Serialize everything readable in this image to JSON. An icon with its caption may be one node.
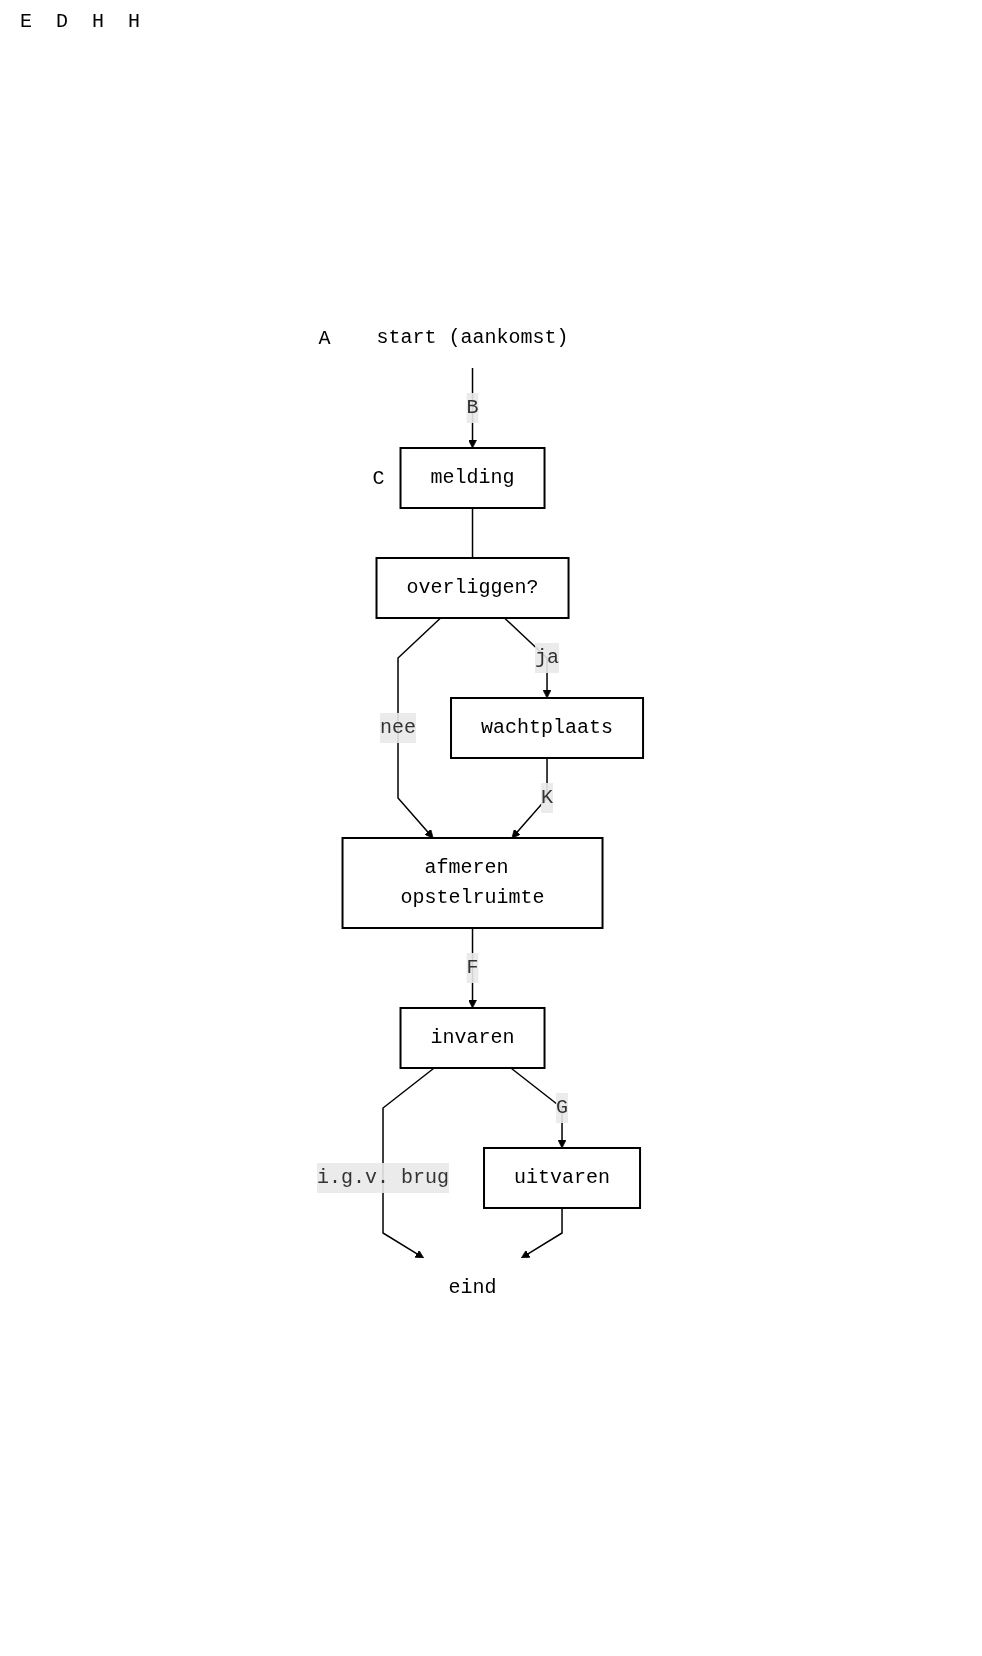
{
  "diagram": {
    "nodes": [
      {
        "text": [
          "start (aankomst)"
        ],
        "beside": [
          "A"
        ]
      },
      {
        "text": [
          "melding"
        ],
        "beside": [
          "C"
        ]
      },
      {
        "text": [
          "overliggen?"
        ]
      },
      {
        "text": [
          "wachtplaats"
        ]
      },
      {
        "text": [
          "afmeren opstelruimte"
        ]
      },
      {
        "text": [
          "invaren"
        ]
      },
      {
        "text": [
          "uitvaren"
        ]
      },
      {
        "text": [
          "eind"
        ]
      }
    ],
    "edges": [
      {
        "from": 0,
        "to": 1,
        "arrow": "to",
        "label": "B"
      },
      {
        "from": 1,
        "to": 2,
        "arrow": "none"
      },
      {
        "from": 2,
        "to": 3,
        "arrow": "to",
        "label": "ja"
      },
      {
        "from": 2,
        "to": 4,
        "arrow": "to",
        "label": "nee"
      },
      {
        "from": 3,
        "to": 4,
        "arrow": "to",
        "label": "K"
      },
      {
        "from": 4,
        "to": 5,
        "arrow": "to",
        "label": "F"
      },
      {
        "from": 5,
        "to": 6,
        "arrow": "to",
        "label": "G"
      },
      {
        "from": 5,
        "to": 7,
        "arrow": "to",
        "label": "i.g.v. brug"
      },
      {
        "from": 6,
        "to": 7,
        "arrow": "to"
      }
    ],
    "labels": [
      "E",
      "D",
      "H",
      "H"
    ]
  }
}
